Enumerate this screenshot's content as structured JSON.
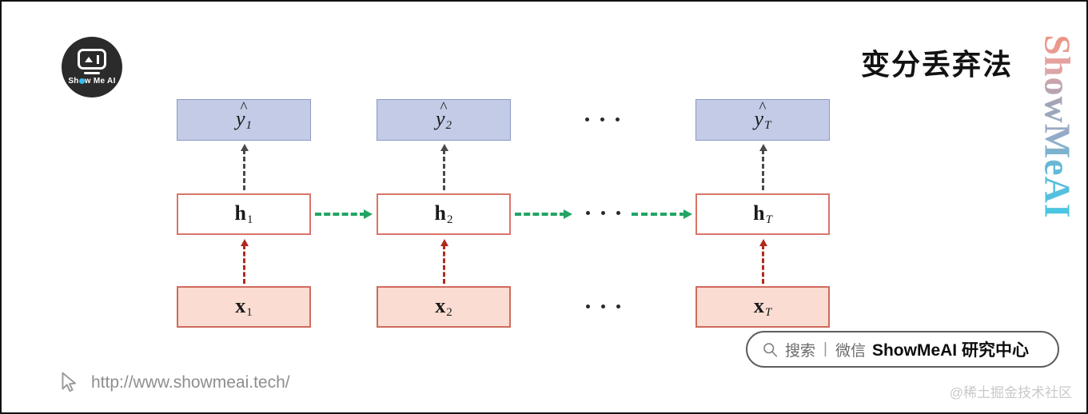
{
  "brand": {
    "logo_text_pre": "Sh",
    "logo_text_post": "w Me AI",
    "vertical_text": "ShowMeAI",
    "accent_cyan": "#3fc4e2",
    "accent_coral": "#ef8d7a",
    "logo_bg": "#2b2b2b"
  },
  "title": "变分丢弃法",
  "diagram": {
    "colors": {
      "y_fill": "#c3cbe6",
      "y_border": "#8c9bc4",
      "h_fill": "#ffffff",
      "h_border": "#d9756a",
      "x_fill": "#fadcd2",
      "x_border": "#cf6b5c",
      "recurrent_arrow": "#21a564",
      "output_arrow": "#4a4a4a",
      "input_arrow": "#b02a1e"
    },
    "rows": {
      "output_label": "y-hat",
      "hidden_label": "h",
      "input_label": "x"
    },
    "columns": [
      {
        "index": "1",
        "y": "1",
        "h": "1",
        "x": "1"
      },
      {
        "index": "2",
        "y": "2",
        "h": "2",
        "x": "2"
      },
      {
        "index": "T",
        "y": "T",
        "h": "T",
        "x": "T"
      }
    ],
    "hat": "^",
    "ellipsis_char": "..."
  },
  "search": {
    "label": "搜索",
    "divider": "|",
    "channel": "微信",
    "account": "ShowMeAI 研究中心"
  },
  "footer": {
    "url": "http://www.showmeai.tech/"
  },
  "watermark": "@稀土掘金技术社区"
}
